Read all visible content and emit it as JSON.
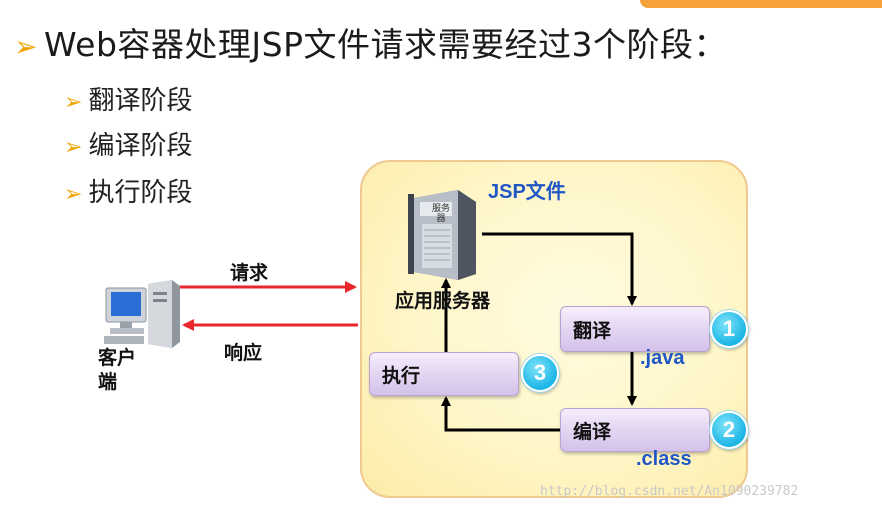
{
  "title": "Web容器处理JSP文件请求需要经过3个阶段：",
  "stages_list": [
    "翻译阶段",
    "编译阶段",
    "执行阶段"
  ],
  "diagram": {
    "container_label": "JSP文件",
    "server_label": "应用服务器",
    "server_icon_text": "服务器",
    "client_label": "客户端",
    "request_label": "请求",
    "response_label": "响应",
    "steps": [
      {
        "label": "翻译",
        "number": "1"
      },
      {
        "label": "编译",
        "number": "2"
      },
      {
        "label": "执行",
        "number": "3"
      }
    ],
    "java_label": ".java",
    "class_label": ".class"
  },
  "colors": {
    "bullet": "#f0a400",
    "container_border": "#efc98f",
    "blue_text": "#1f57c7",
    "request_arrow": "#e8262b",
    "number_circle": "#1bb5e6"
  },
  "watermark": "http://blog.csdn.net/An1090239782"
}
